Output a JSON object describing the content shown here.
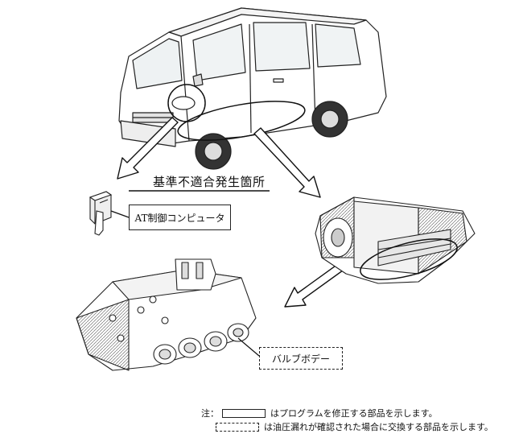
{
  "figure": {
    "title": "基準不適合発生箇所",
    "components": {
      "computer_label": "AT制御コンピュータ",
      "valve_body_label": "バルブボデー"
    },
    "legend": {
      "prefix": "注：",
      "solid_text": "はプログラムを修正する部品を示します。",
      "dashed_text": "は油圧漏れが確認された場合に交換する部品を示します。"
    }
  }
}
